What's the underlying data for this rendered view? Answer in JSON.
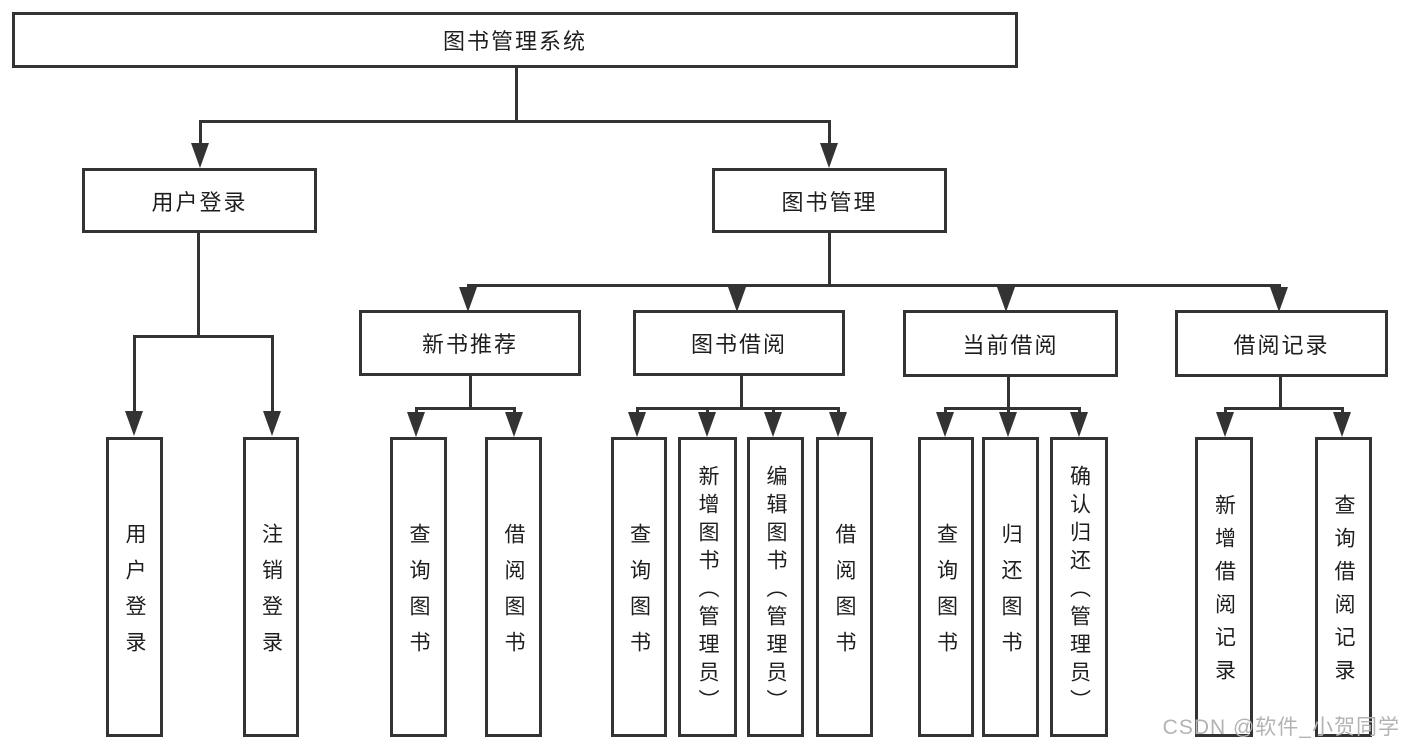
{
  "tree": {
    "label": "图书管理系统",
    "children": [
      {
        "label": "用户登录",
        "children": [
          {
            "label": "用户登录"
          },
          {
            "label": "注销登录"
          }
        ]
      },
      {
        "label": "图书管理",
        "children": [
          {
            "label": "新书推荐",
            "children": [
              {
                "label": "查询图书"
              },
              {
                "label": "借阅图书"
              }
            ]
          },
          {
            "label": "图书借阅",
            "children": [
              {
                "label": "查询图书"
              },
              {
                "label": "新增图书（管理员）"
              },
              {
                "label": "编辑图书（管理员）"
              },
              {
                "label": "借阅图书"
              }
            ]
          },
          {
            "label": "当前借阅",
            "children": [
              {
                "label": "查询图书"
              },
              {
                "label": "归还图书"
              },
              {
                "label": "确认归还（管理员）"
              }
            ]
          },
          {
            "label": "借阅记录",
            "children": [
              {
                "label": "新增借阅记录"
              },
              {
                "label": "查询借阅记录"
              }
            ]
          }
        ]
      }
    ]
  },
  "watermark": {
    "text": "CSDN @软件_小贺同学"
  },
  "colors": {
    "line": "#333333",
    "text": "#1e1e1e",
    "watermark": "#b3b3b3",
    "background": "#ffffff"
  }
}
